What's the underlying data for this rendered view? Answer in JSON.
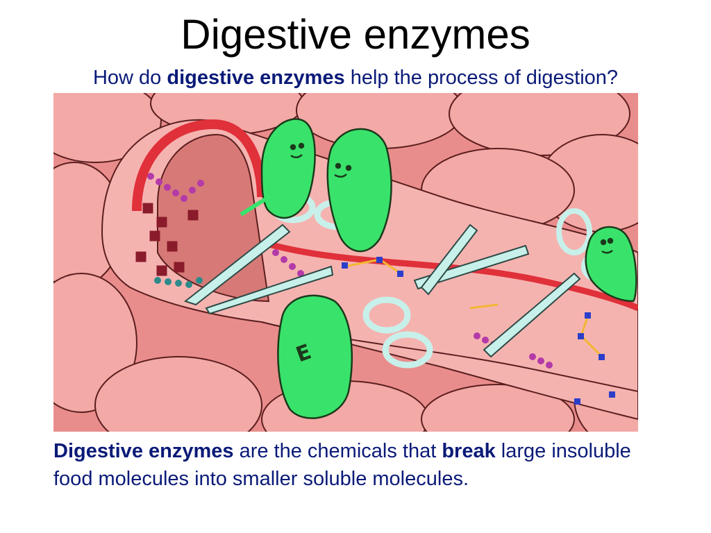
{
  "slide": {
    "title": "Digestive enzymes",
    "question": {
      "before": "How do ",
      "bold": "digestive enzymes",
      "after": " help the process of digestion?"
    },
    "illustration": {
      "subject": "enzymes cutting food molecules inside the intestine",
      "enzyme_label": "E",
      "colors": {
        "intestine": "#f2a7a4",
        "wall": "#e0303a",
        "enzyme": "#39e36b",
        "scissors": "#c8f0ea"
      }
    },
    "caption": {
      "bold_1": "Digestive enzymes",
      "text_1": " are the chemicals that ",
      "bold_2": "break",
      "text_2": " large insoluble food molecules into smaller soluble molecules."
    }
  }
}
